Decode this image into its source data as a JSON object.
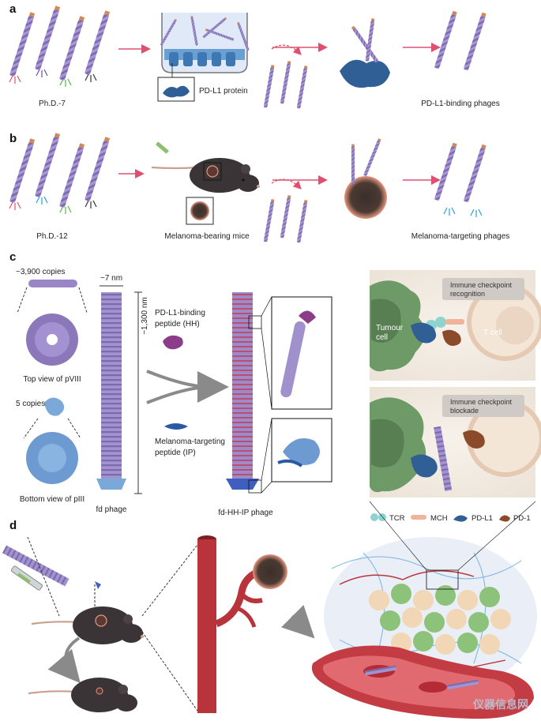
{
  "panels": {
    "a": {
      "letter": "a",
      "library_label": "Ph.D.-7",
      "protein_label": "PD-L1 protein",
      "result_label": "PD-L1-binding phages"
    },
    "b": {
      "letter": "b",
      "library_label": "Ph.D.-12",
      "mice_label": "Melanoma-bearing mice",
      "result_label": "Melanoma-targeting phages"
    },
    "c": {
      "letter": "c",
      "copies_top": "~3,900 copies",
      "top_view": "Top view of pVIII",
      "copies_bottom": "5 copies",
      "bottom_view": "Bottom view of pIII",
      "width_label": "~7 nm",
      "length_label": "~1,300 nm",
      "fd_phage": "fd phage",
      "peptide_hh_1": "PD-L1-binding",
      "peptide_hh_2": "peptide (HH)",
      "peptide_ip_1": "Melanoma-targeting",
      "peptide_ip_2": "peptide (IP)",
      "engineered_phage": "fd-HH-IP phage",
      "box_top_1": "Immune checkpoint",
      "box_top_2": "recognition",
      "tumour_1": "Tumour",
      "tumour_2": "cell",
      "t_cell": "T cell",
      "box_bottom_1": "Immune checkpoint",
      "box_bottom_2": "blockade",
      "legend": [
        "TCR",
        "MCH",
        "PD-L1",
        "PD-1"
      ]
    },
    "d": {
      "letter": "d"
    }
  },
  "watermark": "仪器信息网",
  "colors": {
    "phage_purple": "#9a86c7",
    "phage_stripe": "#7b68ae",
    "arrow_red": "#e0506e",
    "pd_l1_blue": "#2f5f95",
    "pd1_brown": "#8b4a2a",
    "tcr_teal": "#8fd3d0",
    "mch_salmon": "#f0b49a",
    "tumour_green": "#6d9a66",
    "tcell_cream": "#f3e6d6",
    "vessel_red": "#b8343a",
    "mouse_dark": "#3a3436"
  }
}
